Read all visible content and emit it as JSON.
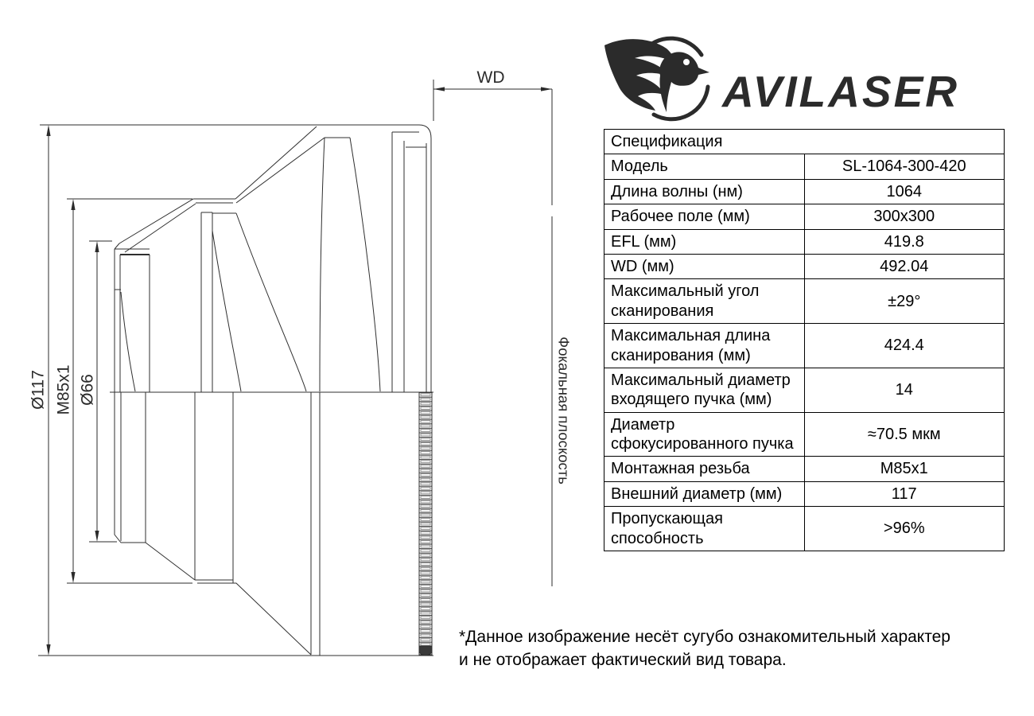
{
  "brand": {
    "name": "AVILASER"
  },
  "drawing": {
    "labels": {
      "outer_diameter": "Ø117",
      "mount_thread": "M85x1",
      "inner_diameter": "Ø66",
      "working_distance": "WD",
      "focal_plane": "Фокальная плоскость"
    }
  },
  "spec_table": {
    "header": "Спецификация",
    "rows": [
      {
        "label": "Модель",
        "value": "SL-1064-300-420"
      },
      {
        "label": "Длина волны (нм)",
        "value": "1064"
      },
      {
        "label": "Рабочее поле (мм)",
        "value": "300x300"
      },
      {
        "label": "EFL (мм)",
        "value": "419.8"
      },
      {
        "label": "WD (мм)",
        "value": "492.04"
      },
      {
        "label": "Максимальный угол сканирования",
        "value": "±29°"
      },
      {
        "label": "Максимальная длина сканирования (мм)",
        "value": "424.4"
      },
      {
        "label": "Максимальный диаметр входящего пучка (мм)",
        "value": "14"
      },
      {
        "label": "Диаметр сфокусированного пучка",
        "value": "≈70.5 мкм"
      },
      {
        "label": "Монтажная резьба",
        "value": "M85x1"
      },
      {
        "label": "Внешний диаметр (мм)",
        "value": "117"
      },
      {
        "label": "Пропускающая способность",
        "value": ">96%"
      }
    ]
  },
  "footnote": {
    "line1": "*Данное изображение несёт сугубо ознакомительный характер",
    "line2": "и не отображает фактический вид товара."
  },
  "colors": {
    "line": "#2b2b2b",
    "text": "#000000",
    "background": "#ffffff"
  }
}
